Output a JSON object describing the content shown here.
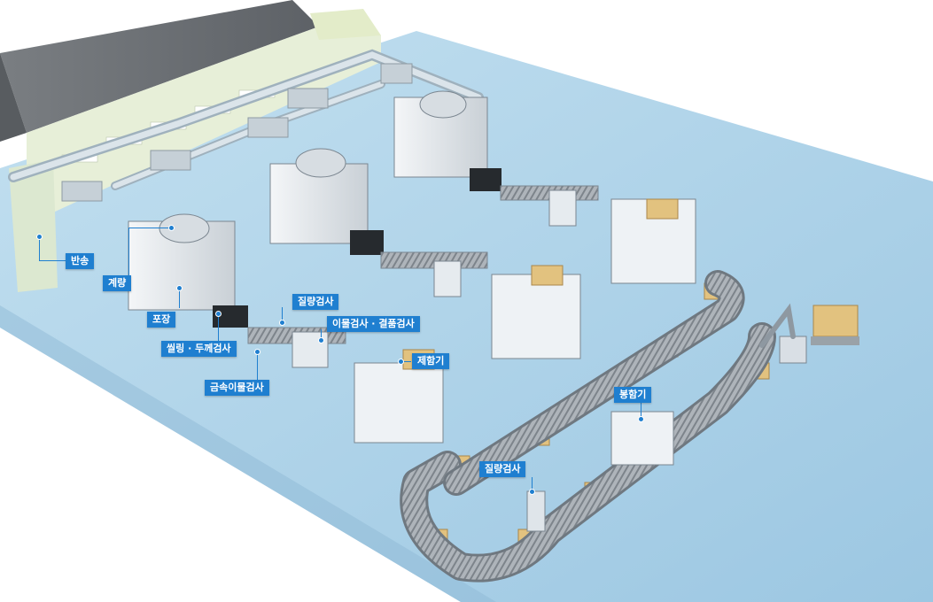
{
  "labels": {
    "transport": "반송",
    "weighing": "계량",
    "packing": "포장",
    "sealing_thickness": "씰링 · 두께검사",
    "metal_detect": "금속이물검사",
    "mass_check_1": "질량검사",
    "foreign_defect": "이물검사 · 결품검사",
    "box_former": "제함기",
    "case_sealer": "봉함기",
    "mass_check_2": "질량검사"
  },
  "colors": {
    "floor": "#a9cfe6",
    "label_bg": "#1f7fd0",
    "label_text": "#ffffff",
    "building_roof": "#6f7377",
    "building_wall": "#e6f0d6"
  }
}
